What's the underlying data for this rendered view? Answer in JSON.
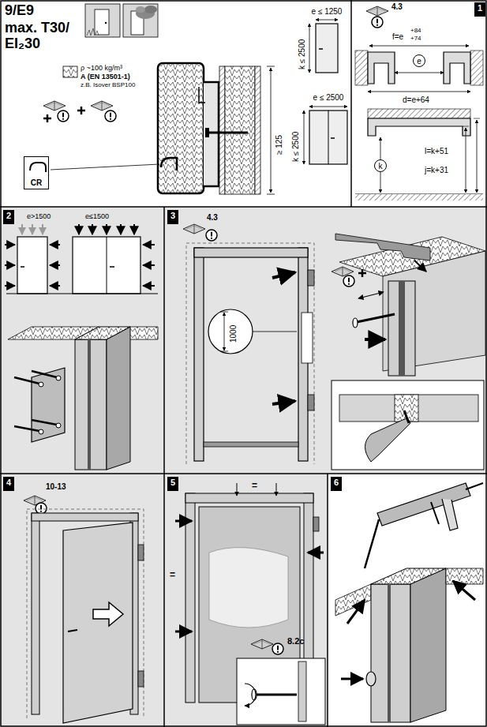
{
  "diagram": {
    "title": "9/E9",
    "nodes": [
      {
        "text": [
          "CR"
        ]
      },
      {
        "text": [
          "1"
        ]
      },
      {
        "text": [
          "2"
        ]
      },
      {
        "text": [
          "3"
        ]
      },
      {
        "text": [
          "4"
        ]
      },
      {
        "text": [
          "5"
        ]
      },
      {
        "text": [
          "6"
        ]
      }
    ],
    "labels": [
      "max. T30/ EI₂30",
      "ρ ~100 kg/m³",
      "A (EN 13501-1)",
      "z.B. Isover BSP100",
      "e ≤ 1250",
      "k ≤ 2500",
      "≥ 125",
      "e ≤ 2500",
      "k ≤ 2500",
      "4.3",
      "f=e",
      "+84",
      "+74",
      "e",
      "d=e+64",
      "k",
      "l=k+51",
      "j=k+31",
      "e>1500",
      "e≤1500",
      "4.3",
      "1000",
      "10-13",
      "=",
      "=",
      "8.2c"
    ]
  }
}
